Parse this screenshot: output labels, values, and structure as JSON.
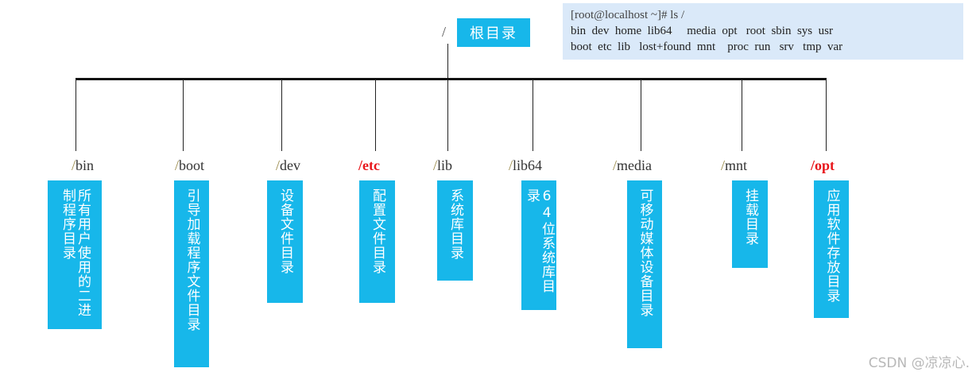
{
  "root": {
    "slash": "/",
    "label": "根目录"
  },
  "terminal": {
    "prompt": "[root@localhost ~]# ls /",
    "row1": "bin  dev  home  lib64     media  opt   root  sbin  sys  usr",
    "row2": "boot  etc  lib   lost+found  mnt    proc  run   srv   tmp  var"
  },
  "directories": [
    {
      "name": "bin",
      "description": "所有用户使用的二进制程序目录",
      "highlight": false
    },
    {
      "name": "boot",
      "description": "引导加载程序文件目录",
      "highlight": false
    },
    {
      "name": "dev",
      "description": "设备文件目录",
      "highlight": false
    },
    {
      "name": "etc",
      "description": "配置文件目录",
      "highlight": true
    },
    {
      "name": "lib",
      "description": "系统库目录",
      "highlight": false
    },
    {
      "name": "lib64",
      "description": "64位系统库目录",
      "highlight": false
    },
    {
      "name": "media",
      "description": "可移动媒体设备目录",
      "highlight": false
    },
    {
      "name": "mnt",
      "description": "挂载目录",
      "highlight": false
    },
    {
      "name": "opt",
      "description": "应用软件存放目录",
      "highlight": true
    }
  ],
  "colors": {
    "box_fill": "#17b7ea",
    "highlight_text": "#e8161b",
    "terminal_bg": "#dae9f9"
  },
  "watermark": "CSDN @凉凉心."
}
